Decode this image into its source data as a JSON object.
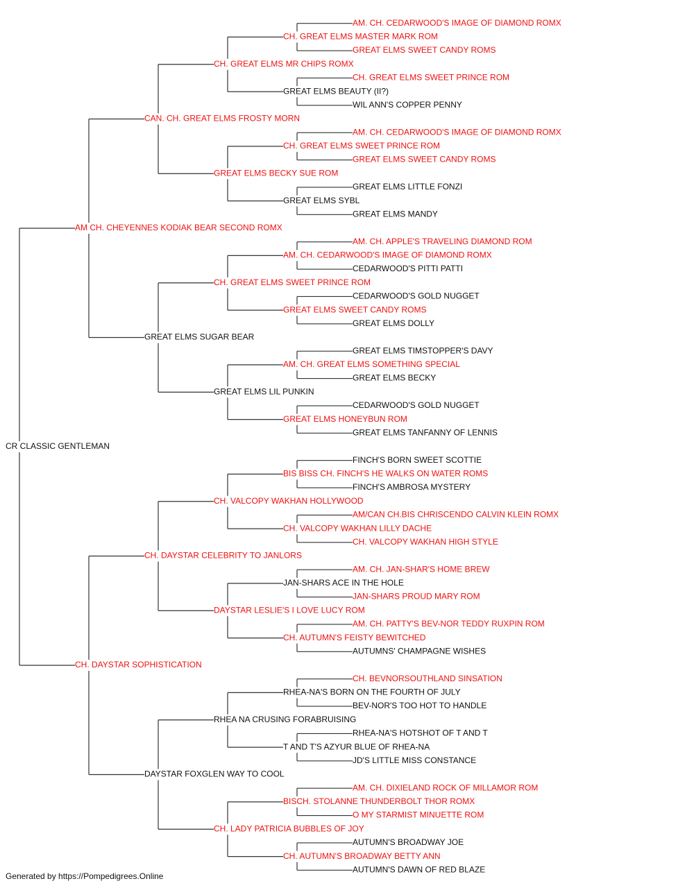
{
  "colors": {
    "champion": "#ee1111",
    "regular": "#111111",
    "line": "#333333"
  },
  "pedigree": {
    "name": "CR CLASSIC GENTLEMAN",
    "ch": false,
    "sire": {
      "name": "AM CH. CHEYENNES KODIAK BEAR SECOND ROMX",
      "ch": true,
      "sire": {
        "name": "CAN. CH. GREAT ELMS FROSTY MORN",
        "ch": true,
        "sire": {
          "name": "CH. GREAT ELMS MR CHIPS ROMX",
          "ch": true,
          "sire": {
            "name": "CH. GREAT ELMS MASTER MARK ROM",
            "ch": true,
            "sire": {
              "name": "AM. CH. CEDARWOOD'S IMAGE OF DIAMOND ROMX",
              "ch": true
            },
            "dam": {
              "name": "GREAT ELMS SWEET CANDY ROMS",
              "ch": true
            }
          },
          "dam": {
            "name": "GREAT ELMS BEAUTY (II?)",
            "ch": false,
            "sire": {
              "name": "CH. GREAT ELMS SWEET PRINCE ROM",
              "ch": true
            },
            "dam": {
              "name": "WIL ANN'S COPPER PENNY",
              "ch": false
            }
          }
        },
        "dam": {
          "name": "GREAT ELMS BECKY SUE ROM",
          "ch": true,
          "sire": {
            "name": "CH. GREAT ELMS SWEET PRINCE ROM",
            "ch": true,
            "sire": {
              "name": "AM. CH. CEDARWOOD'S IMAGE OF DIAMOND ROMX",
              "ch": true
            },
            "dam": {
              "name": "GREAT ELMS SWEET CANDY ROMS",
              "ch": true
            }
          },
          "dam": {
            "name": "GREAT ELMS SYBL",
            "ch": false,
            "sire": {
              "name": "GREAT ELMS LITTLE FONZI",
              "ch": false
            },
            "dam": {
              "name": "GREAT ELMS MANDY",
              "ch": false
            }
          }
        }
      },
      "dam": {
        "name": "GREAT ELMS SUGAR BEAR",
        "ch": false,
        "sire": {
          "name": "CH. GREAT ELMS SWEET PRINCE ROM",
          "ch": true,
          "sire": {
            "name": "AM. CH. CEDARWOOD'S IMAGE OF DIAMOND ROMX",
            "ch": true,
            "sire": {
              "name": "AM. CH. APPLE'S TRAVELING DIAMOND ROM",
              "ch": true
            },
            "dam": {
              "name": "CEDARWOOD'S PITTI PATTI",
              "ch": false
            }
          },
          "dam": {
            "name": "GREAT ELMS SWEET CANDY ROMS",
            "ch": true,
            "sire": {
              "name": "CEDARWOOD'S GOLD NUGGET",
              "ch": false
            },
            "dam": {
              "name": "GREAT ELMS DOLLY",
              "ch": false
            }
          }
        },
        "dam": {
          "name": "GREAT ELMS LIL PUNKIN",
          "ch": false,
          "sire": {
            "name": "AM. CH. GREAT ELMS SOMETHING SPECIAL",
            "ch": true,
            "sire": {
              "name": "GREAT ELMS TIMSTOPPER'S DAVY",
              "ch": false
            },
            "dam": {
              "name": "GREAT ELMS BECKY",
              "ch": false
            }
          },
          "dam": {
            "name": "GREAT ELMS HONEYBUN ROM",
            "ch": true,
            "sire": {
              "name": "CEDARWOOD'S GOLD NUGGET",
              "ch": false
            },
            "dam": {
              "name": "GREAT ELMS TANFANNY OF LENNIS",
              "ch": false
            }
          }
        }
      }
    },
    "dam": {
      "name": "CH. DAYSTAR SOPHISTICATION",
      "ch": true,
      "sire": {
        "name": "CH. DAYSTAR CELEBRITY TO JANLORS",
        "ch": true,
        "sire": {
          "name": "CH. VALCOPY WAKHAN HOLLYWOOD",
          "ch": true,
          "sire": {
            "name": "BIS BISS CH. FINCH'S HE WALKS ON WATER ROMS",
            "ch": true,
            "sire": {
              "name": "FINCH'S BORN SWEET SCOTTIE",
              "ch": false
            },
            "dam": {
              "name": "FINCH'S AMBROSA MYSTERY",
              "ch": false
            }
          },
          "dam": {
            "name": "CH. VALCOPY WAKHAN LILLY DACHE",
            "ch": true,
            "sire": {
              "name": "AM/CAN CH.BIS CHRISCENDO CALVIN KLEIN ROMX",
              "ch": true
            },
            "dam": {
              "name": "CH. VALCOPY WAKHAN HIGH STYLE",
              "ch": true
            }
          }
        },
        "dam": {
          "name": "DAYSTAR LESLIE'S I LOVE LUCY ROM",
          "ch": true,
          "sire": {
            "name": "JAN-SHARS ACE IN THE HOLE",
            "ch": false,
            "sire": {
              "name": "AM. CH. JAN-SHAR'S HOME BREW",
              "ch": true
            },
            "dam": {
              "name": "JAN-SHARS PROUD MARY ROM",
              "ch": true
            }
          },
          "dam": {
            "name": "CH. AUTUMN'S FEISTY BEWITCHED",
            "ch": true,
            "sire": {
              "name": "AM. CH. PATTY'S BEV-NOR TEDDY RUXPIN ROM",
              "ch": true
            },
            "dam": {
              "name": "AUTUMNS' CHAMPAGNE WISHES",
              "ch": false
            }
          }
        }
      },
      "dam": {
        "name": "DAYSTAR FOXGLEN WAY TO COOL",
        "ch": false,
        "sire": {
          "name": "RHEA NA CRUSING FORABRUISING",
          "ch": false,
          "sire": {
            "name": "RHEA-NA'S BORN ON THE FOURTH OF JULY",
            "ch": false,
            "sire": {
              "name": "CH. BEVNORSOUTHLAND SINSATION",
              "ch": true
            },
            "dam": {
              "name": "BEV-NOR'S TOO HOT TO HANDLE",
              "ch": false
            }
          },
          "dam": {
            "name": "T AND T'S AZYUR BLUE OF RHEA-NA",
            "ch": false,
            "sire": {
              "name": "RHEA-NA'S HOTSHOT OF T AND T",
              "ch": false
            },
            "dam": {
              "name": "JD'S LITTLE MISS CONSTANCE",
              "ch": false
            }
          }
        },
        "dam": {
          "name": "CH. LADY PATRICIA BUBBLES OF JOY",
          "ch": true,
          "sire": {
            "name": "BISCH. STOLANNE THUNDERBOLT THOR ROMX",
            "ch": true,
            "sire": {
              "name": "AM. CH. DIXIELAND ROCK OF MILLAMOR ROM",
              "ch": true
            },
            "dam": {
              "name": "O MY STARMIST MINUETTE ROM",
              "ch": true
            }
          },
          "dam": {
            "name": "CH. AUTUMN'S BROADWAY BETTY ANN",
            "ch": true,
            "sire": {
              "name": "AUTUMN'S BROADWAY JOE",
              "ch": false
            },
            "dam": {
              "name": "AUTUMN'S DAWN OF RED BLAZE",
              "ch": false
            }
          }
        }
      }
    }
  },
  "footer": "Generated by https://Pompedigrees.Online"
}
